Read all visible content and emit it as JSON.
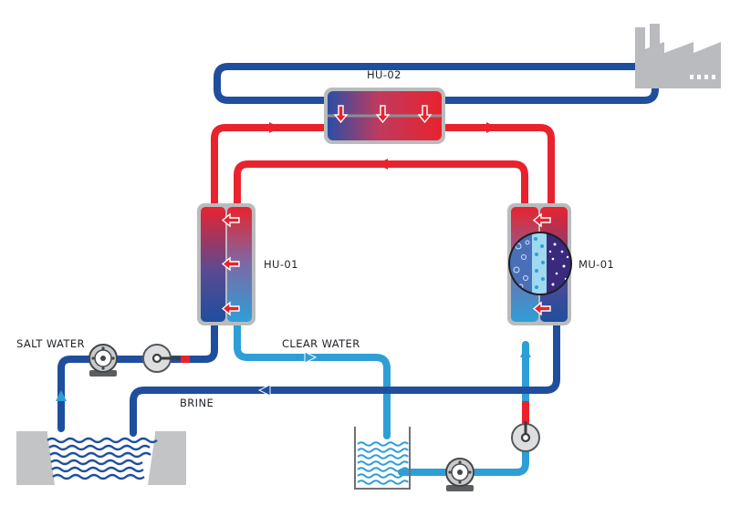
{
  "labels": {
    "hu02": "HU-02",
    "hu01": "HU-01",
    "mu01": "MU-01",
    "salt_water": "SALT WATER",
    "clear_water": "CLEAR WATER",
    "brine": "BRINE"
  },
  "colors": {
    "hot": "#e8232e",
    "cold": "#1f4e9e",
    "light": "#2e9fd6",
    "grey": "#c3c4c6",
    "dark_grey": "#6f7173"
  }
}
